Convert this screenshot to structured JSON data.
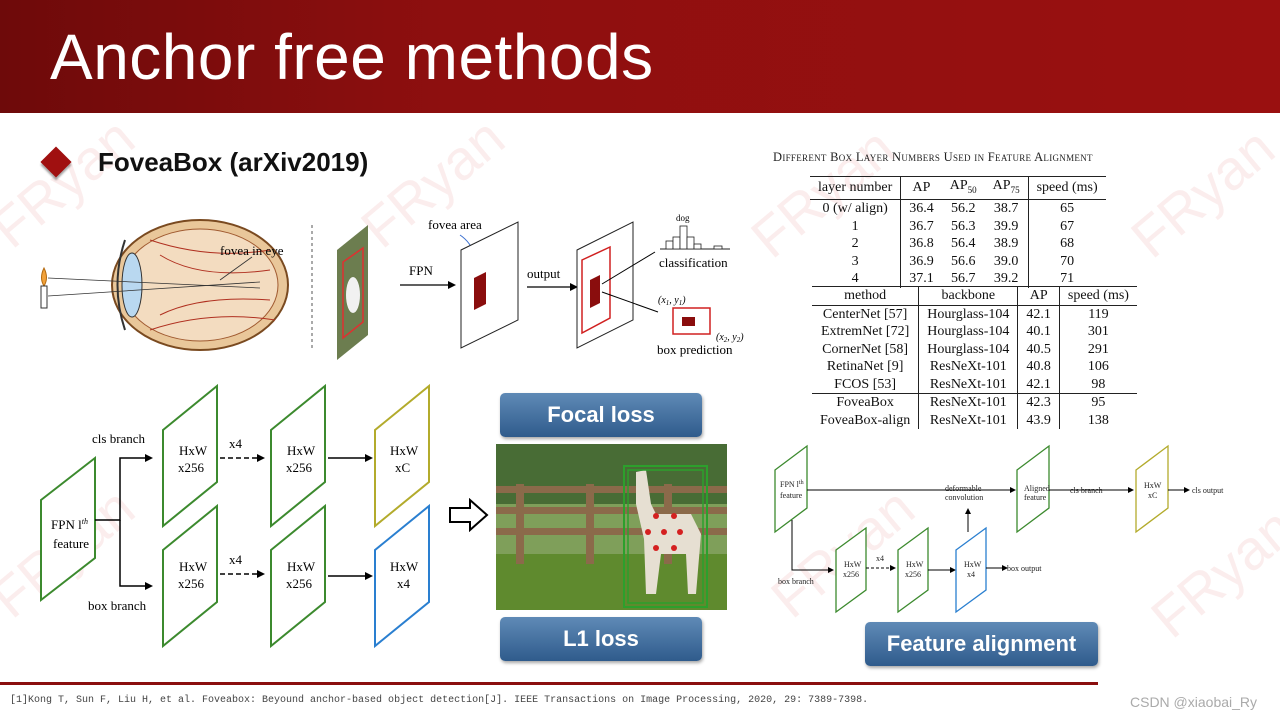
{
  "slide": {
    "title": "Anchor free methods",
    "subtitle": "FoveaBox  (arXiv2019)",
    "watermark": "FRyan",
    "footnote": "[1]Kong T, Sun F, Liu H, et al. Foveabox: Beyound anchor-based object detection[J]. IEEE Transactions on Image Processing, 2020, 29: 7389-7398.",
    "credit": "CSDN @xiaobai_Ry"
  },
  "fovea_figure": {
    "eye_label": "fovea in eye",
    "fovea_area": "fovea area",
    "fpn": "FPN",
    "output": "output",
    "dog": "dog",
    "classification": "classification",
    "box_prediction": "box prediction",
    "xy1": "(x",
    "xy2": "(x"
  },
  "head_diagram": {
    "fpn_feature": "FPN l",
    "fpn_sup": "th",
    "feature": "feature",
    "cls_branch": "cls branch",
    "box_branch": "box branch",
    "x4": "x4",
    "hxw": "HxW",
    "x256": "x256",
    "xC": "xC",
    "xfour": "x4"
  },
  "labels": {
    "focal_loss": "Focal loss",
    "l1_loss": "L1 loss",
    "feature_alignment": "Feature alignment"
  },
  "table1": {
    "title": "Different Box Layer Numbers Used in Feature Alignment",
    "headers": [
      "layer number",
      "AP",
      "AP50",
      "AP75",
      "speed (ms)"
    ],
    "rows": [
      [
        "0 (w/ align)",
        "36.4",
        "56.2",
        "38.7",
        "65"
      ],
      [
        "1",
        "36.7",
        "56.3",
        "39.9",
        "67"
      ],
      [
        "2",
        "36.8",
        "56.4",
        "38.9",
        "68"
      ],
      [
        "3",
        "36.9",
        "56.6",
        "39.0",
        "70"
      ],
      [
        "4",
        "37.1",
        "56.7",
        "39.2",
        "71"
      ]
    ]
  },
  "table2": {
    "headers": [
      "method",
      "backbone",
      "AP",
      "speed (ms)"
    ],
    "rows": [
      [
        "CenterNet [57]",
        "Hourglass-104",
        "42.1",
        "119"
      ],
      [
        "ExtremNet [72]",
        "Hourglass-104",
        "40.1",
        "301"
      ],
      [
        "CornerNet [58]",
        "Hourglass-104",
        "40.5",
        "291"
      ],
      [
        "RetinaNet [9]",
        "ResNeXt-101",
        "40.8",
        "106"
      ],
      [
        "FCOS [53]",
        "ResNeXt-101",
        "42.1",
        "98"
      ],
      [
        "FoveaBox",
        "ResNeXt-101",
        "42.3",
        "95"
      ],
      [
        "FoveaBox-align",
        "ResNeXt-101",
        "43.9",
        "138"
      ]
    ]
  },
  "align_diagram": {
    "fpn": "FPN l",
    "fpn_sup": "th",
    "feature": "feature",
    "deformable": "deformable",
    "convolution": "convolution",
    "aligned": "Aligned",
    "aligned_feature": "feature",
    "cls_branch": "cls branch",
    "cls_output": "cls output",
    "box_branch": "box branch",
    "box_output": "box output",
    "hxw": "HxW",
    "x256": "x256",
    "x4": "x4",
    "xC": "xC",
    "x4small": "x4"
  }
}
